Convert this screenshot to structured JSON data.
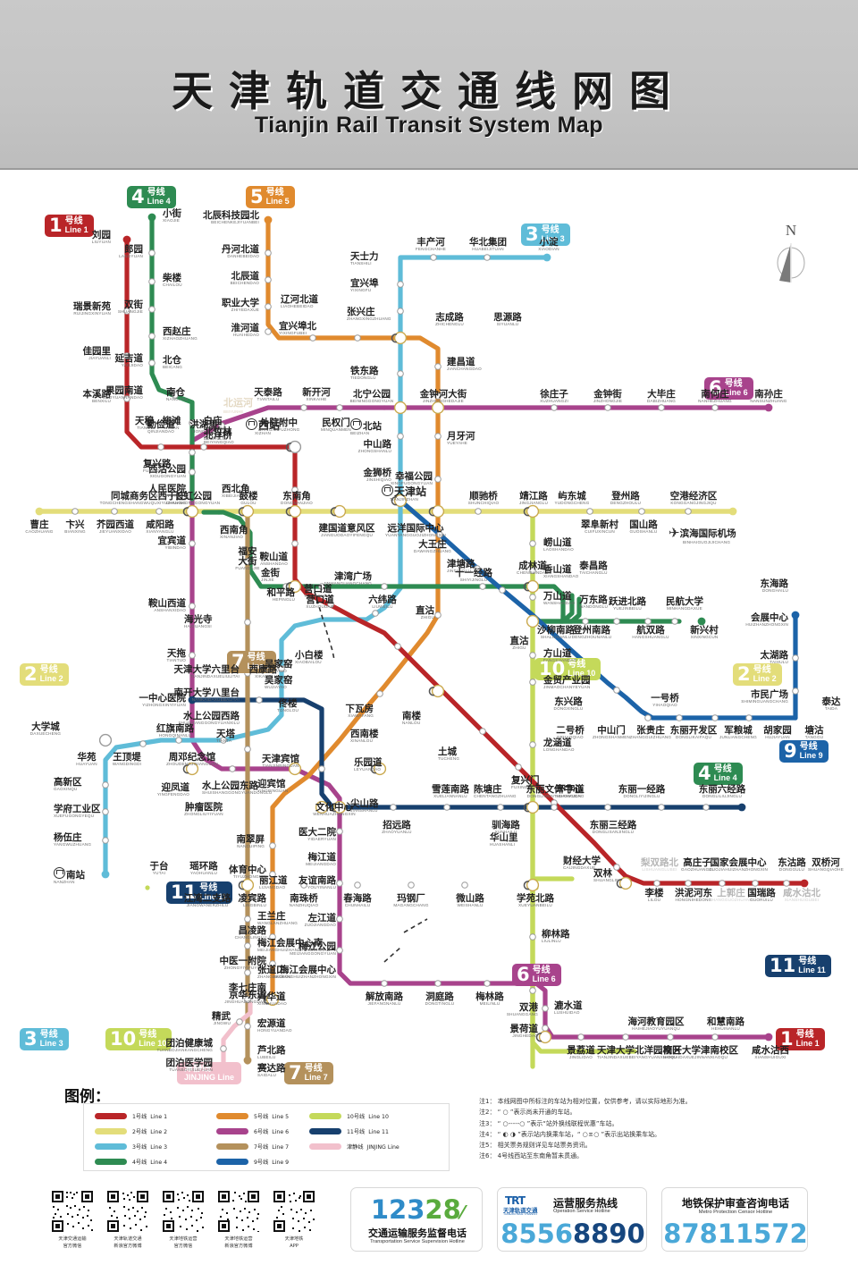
{
  "header": {
    "title_cn": "天津轨道交通线网图",
    "title_en": "Tianjin Rail Transit System Map"
  },
  "compass": {
    "label": "N"
  },
  "lines": [
    {
      "id": "line1",
      "num": "1",
      "cn": "号线",
      "en": "Line 1",
      "color": "#b92528"
    },
    {
      "id": "line2",
      "num": "2",
      "cn": "号线",
      "en": "Line 2",
      "color": "#e3dd7a"
    },
    {
      "id": "line3",
      "num": "3",
      "cn": "号线",
      "en": "Line 3",
      "color": "#5fbcd8"
    },
    {
      "id": "line4",
      "num": "4",
      "cn": "号线",
      "en": "Line 4",
      "color": "#2e8b52"
    },
    {
      "id": "line5",
      "num": "5",
      "cn": "号线",
      "en": "Line 5",
      "color": "#e08a2e"
    },
    {
      "id": "line6",
      "num": "6",
      "cn": "号线",
      "en": "Line 6",
      "color": "#a8438c"
    },
    {
      "id": "line7",
      "num": "7",
      "cn": "号线",
      "en": "Line 7",
      "color": "#b4915c"
    },
    {
      "id": "line9",
      "num": "9",
      "cn": "号线",
      "en": "Line 9",
      "color": "#1c63a8"
    },
    {
      "id": "line10",
      "num": "10",
      "cn": "号线",
      "en": "Line 10",
      "color": "#c4d95a"
    },
    {
      "id": "line11",
      "num": "11",
      "cn": "号线",
      "en": "Line 11",
      "color": "#17406e"
    },
    {
      "id": "jinjing",
      "num": "",
      "cn": "津静线",
      "en": "JINJING Line",
      "color": "#f2c0cc"
    }
  ],
  "legend": {
    "title": "图例：",
    "items": [
      {
        "cn": "1号线",
        "en": "Line 1",
        "color": "#b92528"
      },
      {
        "cn": "2号线",
        "en": "Line 2",
        "color": "#e3dd7a"
      },
      {
        "cn": "3号线",
        "en": "Line 3",
        "color": "#5fbcd8"
      },
      {
        "cn": "4号线",
        "en": "Line 4",
        "color": "#2e8b52"
      },
      {
        "cn": "5号线",
        "en": "Line 5",
        "color": "#e08a2e"
      },
      {
        "cn": "6号线",
        "en": "Line 6",
        "color": "#a8438c"
      },
      {
        "cn": "7号线",
        "en": "Line 7",
        "color": "#b4915c"
      },
      {
        "cn": "9号线",
        "en": "Line 9",
        "color": "#1c63a8"
      },
      {
        "cn": "10号线",
        "en": "Line 10",
        "color": "#c4d95a"
      },
      {
        "cn": "11号线",
        "en": "Line 11",
        "color": "#17406e"
      },
      {
        "cn": "津静线",
        "en": "JINJING Line",
        "color": "#f2c0cc"
      }
    ]
  },
  "notes": [
    "注1：  本线网图中所标注的车站为相对位置，仅供参考，请以实际地形为准。",
    "注2：  “ ○ ”表示尚未开通的车站。",
    "注3：  “ ○-----○ ”表示“站外换线联程优惠”车站。",
    "注4：  “ ◐ ◑ ”表示站内换乘车站，“ ○ㅍ○ ”表示出站换乘车站。",
    "注5：  相关票务规则详见车站票务资讯。",
    "注6：  4号线西站至东南角暂未贯通。"
  ],
  "footer": {
    "qrcodes": [
      {
        "cap": "天津交通运输\n官方微信"
      },
      {
        "cap": "天津轨道交通\n新浪官方微博"
      },
      {
        "cap": "天津地铁运营\n官方微信"
      },
      {
        "cap": "天津地铁运营\n新浪官方微博"
      },
      {
        "cap": "天津地铁\nAPP"
      }
    ],
    "hotlines": [
      {
        "num": "12328",
        "cn": "交通运输服务监督电话",
        "en": "Transportation Service Supervision Hotline",
        "color": "#2f8bc8"
      },
      {
        "brand": "TRT",
        "brand_cn": "天津轨道交通",
        "brand_en": "TIANJIN RAIL TRANSIT",
        "cn": "运营服务热线",
        "en": "Operation Service Hotline",
        "num": "85568890",
        "color": "#4aa8d8"
      },
      {
        "cn": "地铁保护审查咨询电话",
        "en": "Metro Protection Censor Hotline",
        "num": "87811572",
        "color": "#4aa8d8"
      }
    ]
  },
  "river_labels": [
    {
      "cn": "北运河",
      "en": "BEIYUNHE"
    }
  ],
  "stations": {
    "line1": [
      "刘园",
      "瑞景新苑",
      "佳园里",
      "本溪路",
      "勤俭道",
      "洪湖里",
      "西站",
      "西北角",
      "西南角",
      "鞍山道",
      "营口道",
      "小白楼",
      "下瓦房",
      "南楼",
      "土城",
      "陈塘庄",
      "复兴门",
      "华山里",
      "财经大学",
      "双林",
      "李楼",
      "梨双路北",
      "洪泥河东",
      "高庄子",
      "上郭庄",
      "国家会展中心",
      "国瑞路",
      "东沽路",
      "咸水沽北",
      "双桥河"
    ],
    "line2": [
      "曹庄",
      "卞兴",
      "芥园西道",
      "咸阳路",
      "长虹公园",
      "西南角",
      "鼓楼",
      "东南角",
      "建国道意风区",
      "天津站",
      "远洋国际中心",
      "顺驰桥",
      "靖江路",
      "翠阜新村",
      "屿东城",
      "登州路",
      "国山路",
      "空港经济区",
      "滨海国际机场"
    ],
    "line3": [
      "小淀",
      "华北集团",
      "丰产河",
      "天士力",
      "宜兴埠",
      "张兴庄",
      "铁东路",
      "北站",
      "中山路",
      "金狮桥",
      "天津站",
      "津湾广场",
      "和平路",
      "营口道",
      "西康路",
      "吴家窑",
      "天塔",
      "周邓纪念馆",
      "红旗南路",
      "王顶堤",
      "华苑",
      "大学城",
      "高新区",
      "学府工业区",
      "杨伍庄",
      "南站"
    ],
    "line4": [
      "小街",
      "郎园",
      "柴楼",
      "双街",
      "西赵庄",
      "延吉道",
      "北仓",
      "果园南道",
      "南仓",
      "天穆",
      "柳滩",
      "白庙",
      "北洋桥",
      "西沽公园",
      "同城商务区西于庄",
      "西站",
      "东南角",
      "金街",
      "和平路",
      "六纬路",
      "成林道",
      "泰昌路",
      "万东路",
      "沙柳南路",
      "登州南路",
      "跃进北路",
      "航双路",
      "民航大学",
      "新兴村"
    ],
    "line5": [
      "北辰科技园北",
      "丹河北道",
      "北辰道",
      "职业大学",
      "淮河道",
      "辽河北道",
      "宜兴埠北",
      "张兴庄",
      "志成路",
      "思源路",
      "建昌道",
      "金钟河大街",
      "月牙河",
      "幸福公园",
      "靖江路",
      "成林道",
      "津塘路",
      "直沽",
      "下瓦房",
      "西南楼",
      "文化中心",
      "天津宾馆",
      "肿瘤医院",
      "南翠屏",
      "体育中心",
      "凌宾路",
      "昌凌路",
      "中医一附院",
      "李七庄南",
      "京华东道"
    ],
    "line6": [
      "南孙庄",
      "南何庄",
      "大毕庄",
      "金钟街",
      "徐庄子",
      "金钟河大街",
      "民权门",
      "北宁公园",
      "北站",
      "新开河",
      "天泰路",
      "外院附中",
      "北竹林",
      "西站",
      "复兴路",
      "人民医院",
      "长虹公园",
      "宜宾道",
      "鞍山西道",
      "天拖",
      "一中心医院",
      "红旗南路",
      "迎凤道",
      "水上公园东路",
      "天津宾馆",
      "肿瘤医院",
      "文化中心",
      "乐园道",
      "尖山路",
      "医大二院",
      "梅江道",
      "友谊南路",
      "左江道",
      "梅江公园",
      "梅江会展中心",
      "解放南路",
      "洞庭路",
      "梅林路",
      "漉水道",
      "双港",
      "景荷道",
      "景荔道",
      "天津大学北洋园校区",
      "海河教育园区",
      "南开大学津南校区",
      "和慧南路",
      "咸水沽西"
    ],
    "line7": [
      "鼓楼",
      "东南角",
      "福安大街",
      "鞍山道",
      "海光寺",
      "天津大学六里台",
      "南开大学八里台",
      "水上公园西路",
      "天塔",
      "迎宾馆",
      "天津宾馆",
      "文化中心",
      "丽江道",
      "王兰庄",
      "梅江会展中心南",
      "张道口",
      "兴华道",
      "宏源道",
      "芦北路",
      "赛达路"
    ],
    "line9": [
      "天津站",
      "大王庄",
      "十一经路",
      "六纬路",
      "直沽",
      "东兴路",
      "中山门",
      "一号桥",
      "二号桥",
      "张贵庄",
      "东丽开发区",
      "军粮城",
      "胡家园",
      "塘沽",
      "泰达",
      "市民广场",
      "太湖路",
      "会展中心",
      "东海路"
    ],
    "line10": [
      "屿东城",
      "登州路",
      "崂山道",
      "香山道",
      "万山道",
      "方山道",
      "金贸产业园",
      "龙涵道",
      "环宇道",
      "学苑北路",
      "柳林路",
      "财经大学",
      "微山路",
      "玛钢厂",
      "春海路",
      "南珠桥",
      "左江道",
      "友谊南路",
      "江湾二支路",
      "丽江道",
      "昌凌路",
      "瑶环路",
      "于台"
    ],
    "line11": [
      "水上公园西路",
      "吴家窑",
      "西康路",
      "红旗南路",
      "周邓纪念馆",
      "环宇道",
      "招远路",
      "雪莲南路",
      "驯海路",
      "东丽文体中心",
      "东丽一经路",
      "东丽三经路",
      "东丽六经路"
    ],
    "jinjing": [
      "京华东道",
      "精武",
      "团泊健康城",
      "团泊医学园"
    ]
  }
}
